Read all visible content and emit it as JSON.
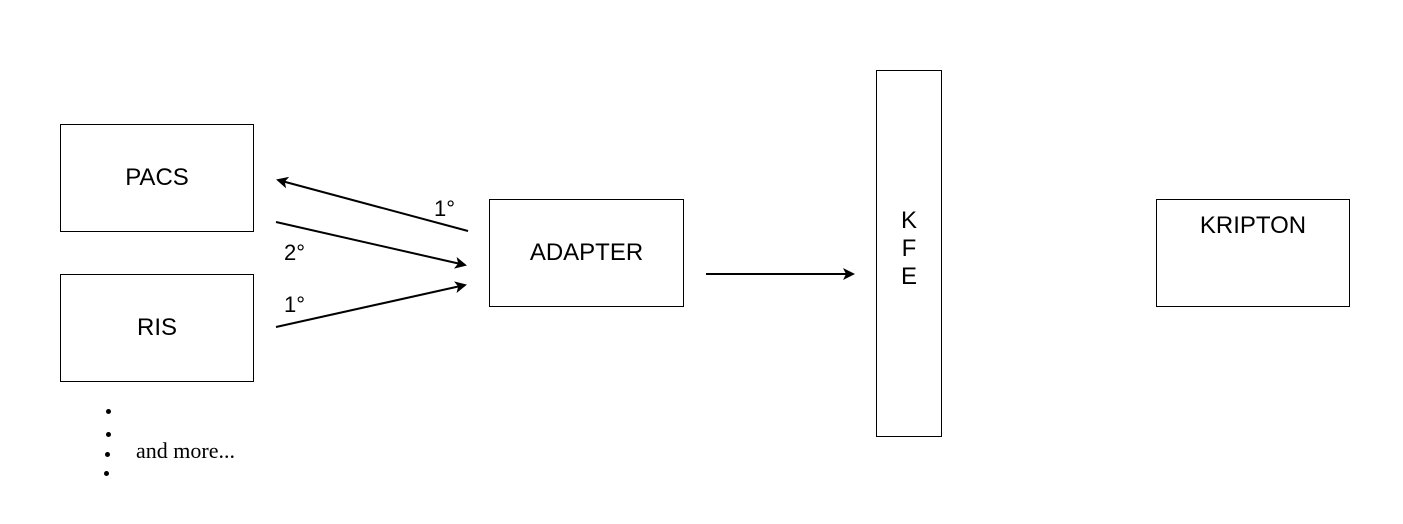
{
  "nodes": {
    "pacs": "PACS",
    "ris": "RIS",
    "adapter": "ADAPTER",
    "kfe": [
      "K",
      "F",
      "E"
    ],
    "kripton": "KRIPTON"
  },
  "edge_labels": {
    "adapter_to_pacs": "1°",
    "pacs_to_adapter": "2°",
    "ris_to_adapter": "1°"
  },
  "more_note": "and more..."
}
